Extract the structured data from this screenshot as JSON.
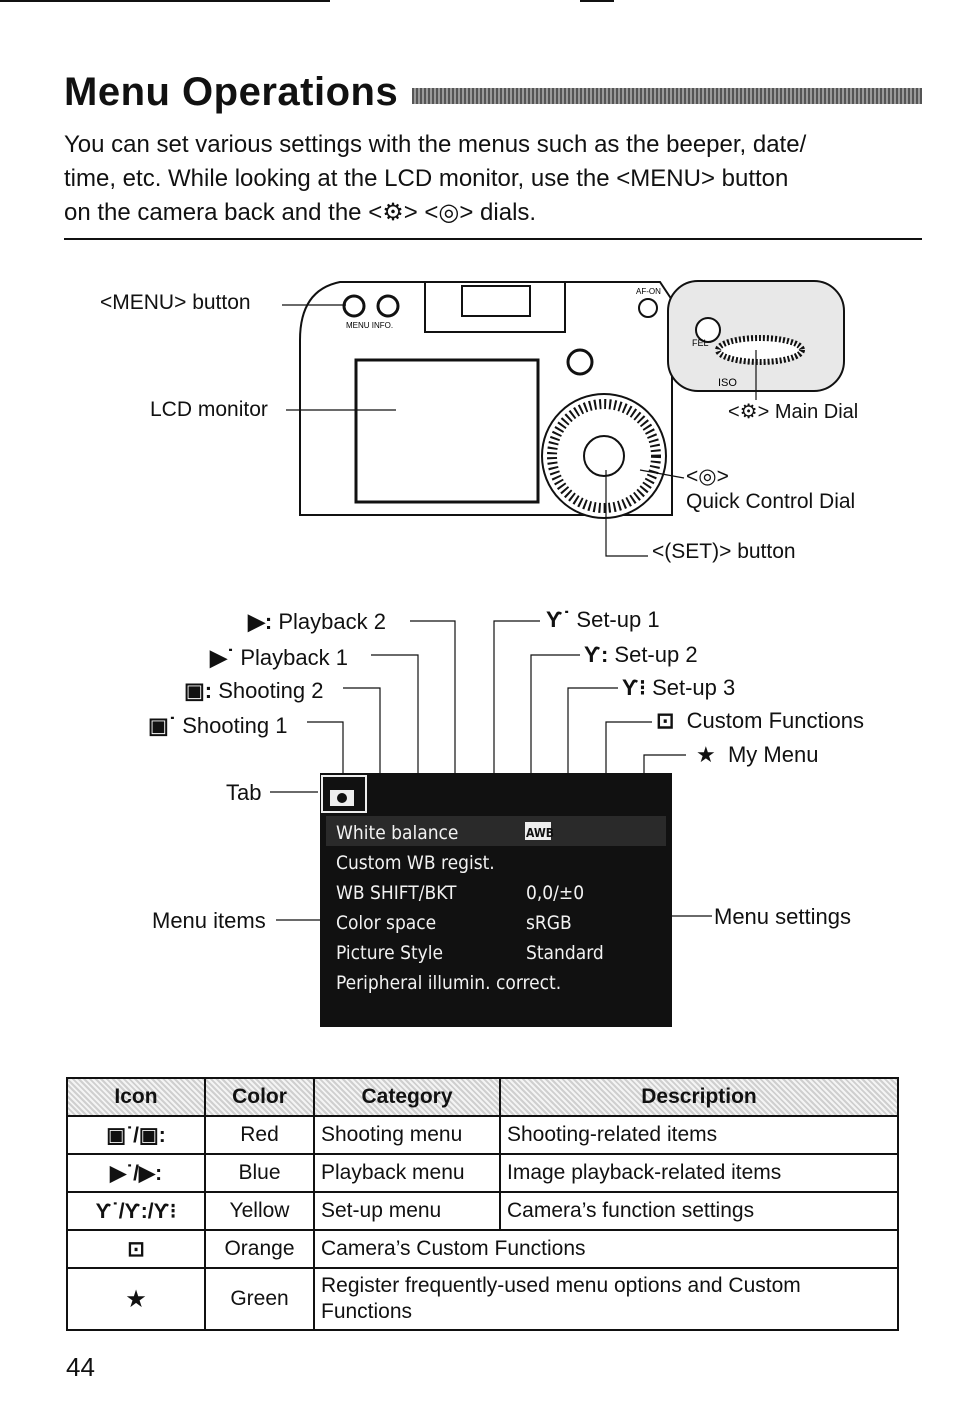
{
  "header": {
    "title": "Menu Operations",
    "intro_1": "You can set various settings with the menus such as the beeper, date/",
    "intro_2": "time, etc. While looking at the LCD monitor, use the <MENU> button",
    "intro_3": "on the camera back and the <⚙> <◎> dials."
  },
  "camera": {
    "menu_button": "<MENU> button",
    "lcd_monitor": "LCD monitor",
    "main_dial": "<⚙> Main Dial",
    "quick_control_symbol": "<◎>",
    "quick_control_dial": "Quick Control Dial",
    "set_button": "<(SET)> button"
  },
  "tabs": {
    "playback2": "Playback 2",
    "playback1": "Playback 1",
    "shooting2": "Shooting 2",
    "shooting1": "Shooting 1",
    "setup1": "Set-up 1",
    "setup2": "Set-up 2",
    "setup3": "Set-up 3",
    "custom_functions": "Custom Functions",
    "my_menu": "My Menu",
    "tab": "Tab",
    "menu_items": "Menu items",
    "menu_settings": "Menu settings"
  },
  "screen": {
    "rows": [
      {
        "item": "White balance",
        "setting": "AWB"
      },
      {
        "item": "Custom WB regist.",
        "setting": ""
      },
      {
        "item": "WB SHIFT/BKT",
        "setting": "0,0/±0"
      },
      {
        "item": "Color space",
        "setting": "sRGB"
      },
      {
        "item": "Picture Style",
        "setting": "Standard"
      },
      {
        "item": "Peripheral illumin. correct.",
        "setting": ""
      }
    ]
  },
  "table": {
    "headers": {
      "icon": "Icon",
      "color": "Color",
      "category": "Category",
      "description": "Description"
    },
    "rows": [
      {
        "icon": "▣˙/▣:",
        "color": "Red",
        "category": "Shooting menu",
        "description": "Shooting-related items"
      },
      {
        "icon": "▶˙/▶:",
        "color": "Blue",
        "category": "Playback menu",
        "description": "Image playback-related items"
      },
      {
        "icon": "Ƴ˙/Ƴ:/Ƴ⁝",
        "color": "Yellow",
        "category": "Set-up menu",
        "description": "Camera’s function settings"
      },
      {
        "icon": "⊡",
        "color": "Orange",
        "category": "Camera’s Custom Functions",
        "description": ""
      },
      {
        "icon": "★",
        "color": "Green",
        "category": "Register frequently-used menu options and Custom Functions",
        "description": ""
      }
    ]
  },
  "page_number": "44",
  "colors": {
    "screen_bg": "#111111",
    "screen_text": "#f2f2f2",
    "ink": "#111111"
  }
}
